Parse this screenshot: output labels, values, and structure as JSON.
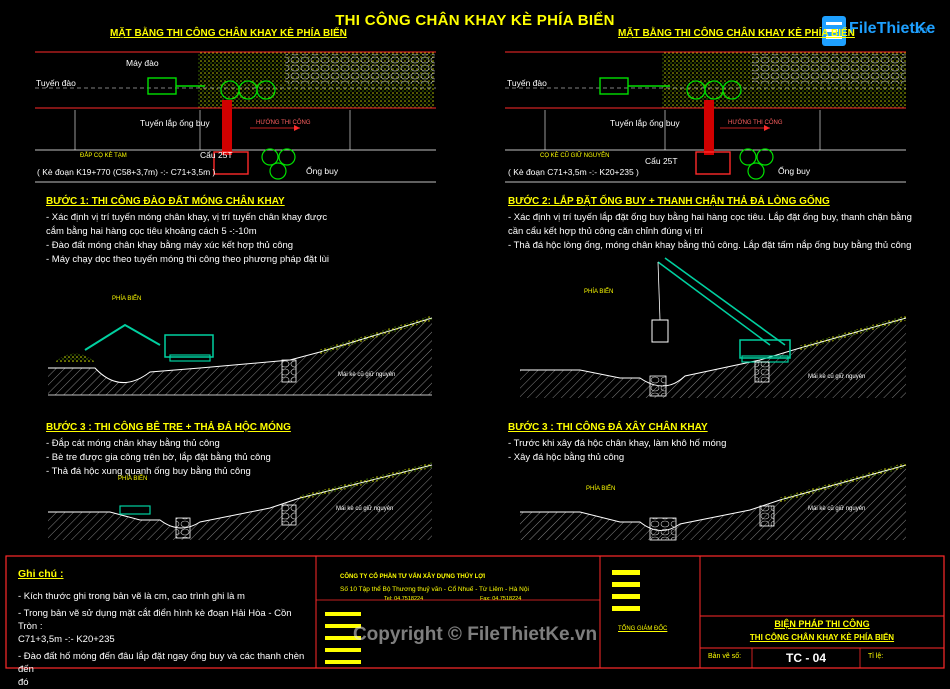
{
  "main_title": "THI CÔNG CHÂN KHAY KÈ PHÍA BIỂN",
  "logo": {
    "brand": "FileThietKe",
    "suffix": ".vn"
  },
  "plan_left": {
    "title": "MẶT BẰNG THI CÔNG CHÂN KHAY KÈ PHÍA BIỂN",
    "label_tuyen_dao": "Tuyến đào",
    "label_may_dao": "Máy đào",
    "label_tuyen_lap": "Tuyến lắp ống buy",
    "label_huong": "HƯỚNG THI CÔNG",
    "label_dap": "ĐẮP CỌ KÈ TẠM",
    "label_cau": "Cẩu 25T",
    "label_ong": "Ống buy",
    "label_doan": "( Kè đoạn K19+770 (C58+3,7m) -:- C71+3,5m )"
  },
  "plan_right": {
    "title": "MẶT BẰNG THI CÔNG CHÂN KHAY KÈ PHÍA BIỂN",
    "label_tuyen_dao": "Tuyến đào",
    "label_tuyen_lap": "Tuyến lắp ống buy",
    "label_huong": "HƯỚNG THI CÔNG",
    "label_dap": "CỌ KÈ CŨ GIỮ NGUYÊN",
    "label_cau": "Cẩu 25T",
    "label_ong": "Ống buy",
    "label_doan": "( Kè đoạn C71+3,5m -:- K20+235 )"
  },
  "step1": {
    "title": "BƯỚC 1: THI CÔNG ĐÀO ĐẤT MÓNG CHÂN KHAY",
    "lines": [
      "- Xác định vị trí tuyến móng chân khay, vị trí tuyến chân khay được",
      "cắm bằng hai hàng cọc tiêu khoảng cách 5 -:-10m",
      "- Đào đất móng chân khay bằng máy xúc kết hợp thủ công",
      "- Máy chạy dọc theo tuyến móng thi công theo phương pháp đặt lùi"
    ],
    "label_phia": "PHÍA BIỂN",
    "label_mai": "Mái kè cũ giữ nguyên"
  },
  "step2": {
    "title": "BƯỚC 2: LẮP ĐẶT ỐNG BUY + THANH CHẬN THẢ ĐÁ LÒNG GỐNG",
    "lines": [
      "- Xác định vị trí tuyến lắp đặt ống buy bằng hai hàng cọc tiêu.  Lắp đặt ống buy, thanh chặn bằng",
      "cần cẩu kết hợp thủ công căn chỉnh đúng vị trí",
      "- Thả đá hộc lòng ống, móng chân khay bằng thủ công. Lắp đặt tấm nắp ống buy bằng thủ công"
    ],
    "label_phia": "PHÍA BIỂN",
    "label_mai": "Mái kè cũ giữ nguyên"
  },
  "step3a": {
    "title": "BƯỚC 3 : THI CÔNG BÊ TRE + THẢ ĐÁ HỘC MÓNG",
    "lines": [
      "- Đắp cát móng chân khay bằng thủ công",
      "- Bè tre được gia công trên bờ, lắp đặt bằng thủ công",
      "- Thả đá hộc xung quanh ống buy bằng thủ công"
    ],
    "label_phia": "PHÍA BIỂN",
    "label_mai": "Mái kè cũ giữ nguyên"
  },
  "step3b": {
    "title": "BƯỚC 3 : THI CÔNG ĐÁ XÂY CHÂN KHAY",
    "lines": [
      "- Trước khi xây đá hộc chân khay, làm khô hố móng",
      "- Xây đá hộc bằng thủ công"
    ],
    "label_phia": "PHÍA BIỂN",
    "label_mai": "Mái kè cũ giữ nguyên"
  },
  "notes": {
    "title": "Ghi chú :",
    "lines": [
      "- Kích thước ghi trong bản vẽ là cm, cao trình ghi là m",
      "- Trong bản vẽ sử dụng mặt cắt điển hình kè đoạn Hải Hòa - Cồn Tròn :",
      "C71+3,5m -:- K20+235",
      "- Đào đất hố móng đến đâu lắp đặt ngay ống buy và các thanh chèn đến",
      "đó"
    ]
  },
  "titleblock": {
    "company_line": "CÔNG TY CỔ PHẦN TƯ VẤN XÂY DỰNG THỦY LỢI",
    "address": "Số 10 Tập thể Bộ Thương thuỷ văn - Cổ Nhuế - Từ Liêm - Hà Nội",
    "tel": "Tel: 04.7518224",
    "fax": "Fax: 04.7518224",
    "director": "TỔNG GIÁM ĐỐC",
    "project": "BIỆN PHÁP THI CÔNG",
    "subject": "THI CÔNG CHÂN KHAY KÈ PHÍA BIỂN",
    "sheet_label": "Bản vẽ số:",
    "sheet_no": "TC - 04",
    "scale_label": "Tỉ lệ:"
  },
  "watermark": "Copyright © FileThietKe.vn",
  "colors": {
    "yellow": "#ffff00",
    "red": "#ff2a2a",
    "green": "#00e000",
    "cyan": "#00c8ff",
    "white": "#ffffff"
  }
}
